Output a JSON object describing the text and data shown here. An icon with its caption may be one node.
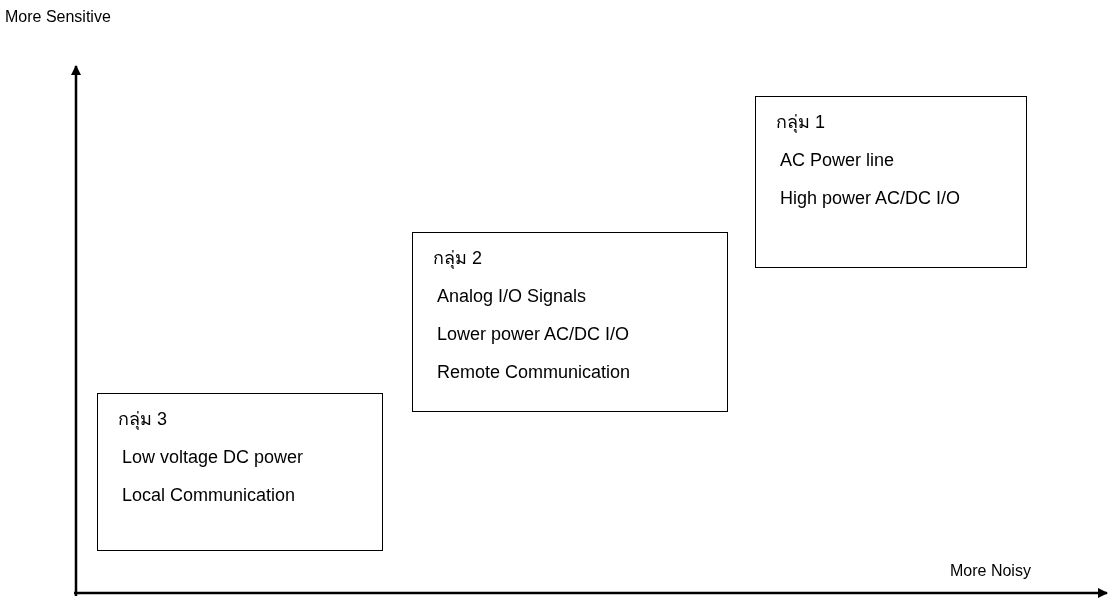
{
  "diagram": {
    "nodes": [
      {
        "text": [
          "กลุ่ม 1",
          "AC Power line",
          "High power AC/DC I/O"
        ]
      },
      {
        "text": [
          "กลุ่ม 2",
          "Analog I/O Signals",
          "Lower power AC/DC I/O",
          "Remote Communication"
        ]
      },
      {
        "text": [
          "กลุ่ม 3",
          "Low voltage DC power",
          "Local Communication"
        ]
      }
    ],
    "labels": [
      "More Sensitive",
      "More Noisy"
    ]
  }
}
